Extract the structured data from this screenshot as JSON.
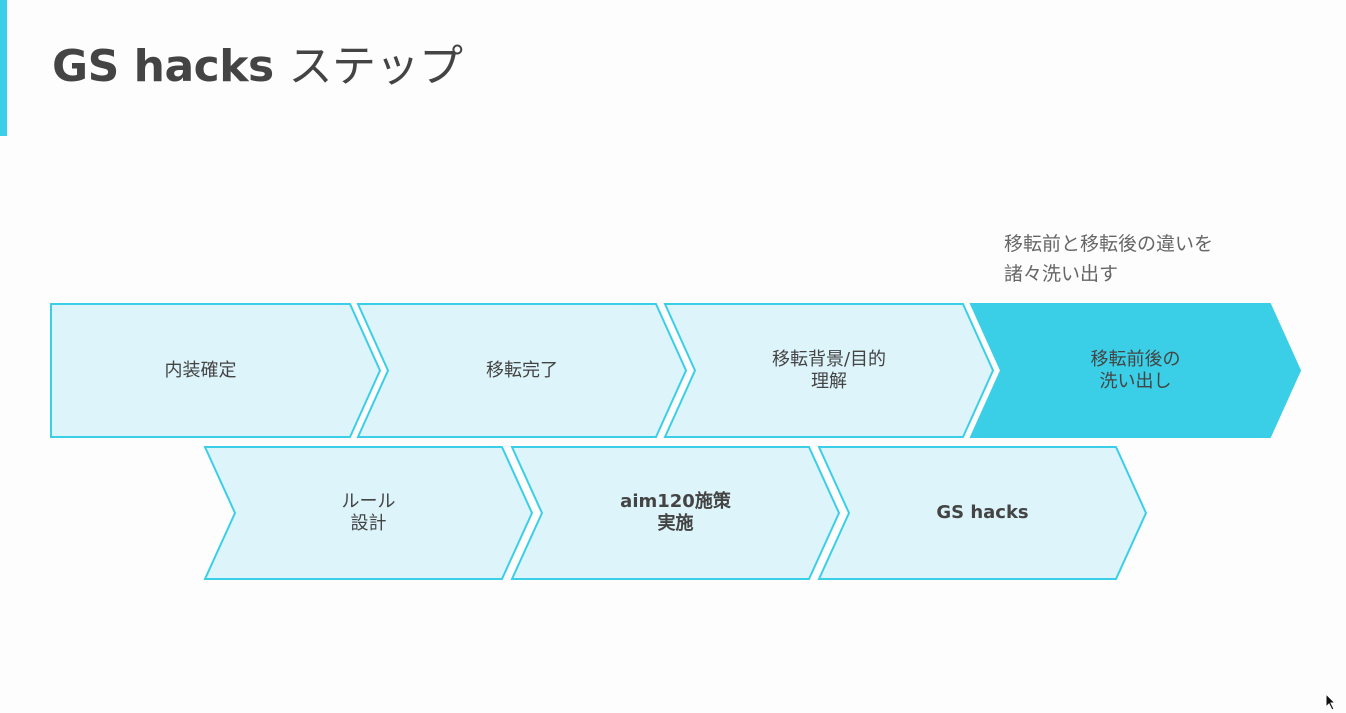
{
  "title": {
    "latin": "GS hacks",
    "jp": "ステップ"
  },
  "note": {
    "line1": "移転前と移転後の違いを",
    "line2": "諸々洗い出す"
  },
  "colors": {
    "accent": "#3bcfe7",
    "step_fill": "#dcf4fa",
    "step_border": "#3bcfe7",
    "active_fill": "#3bcfe7"
  },
  "steps": [
    {
      "label": "内装確定",
      "active": false
    },
    {
      "label": "移転完了",
      "active": false
    },
    {
      "label": "移転背景/目的\n理解",
      "active": false
    },
    {
      "label": "移転前後の\n洗い出し",
      "active": true
    },
    {
      "label": "ルール\n設計",
      "active": false
    },
    {
      "label": "aim120施策\n実施",
      "active": false,
      "bold": true
    },
    {
      "label": "GS hacks",
      "active": false,
      "bold": true
    }
  ]
}
